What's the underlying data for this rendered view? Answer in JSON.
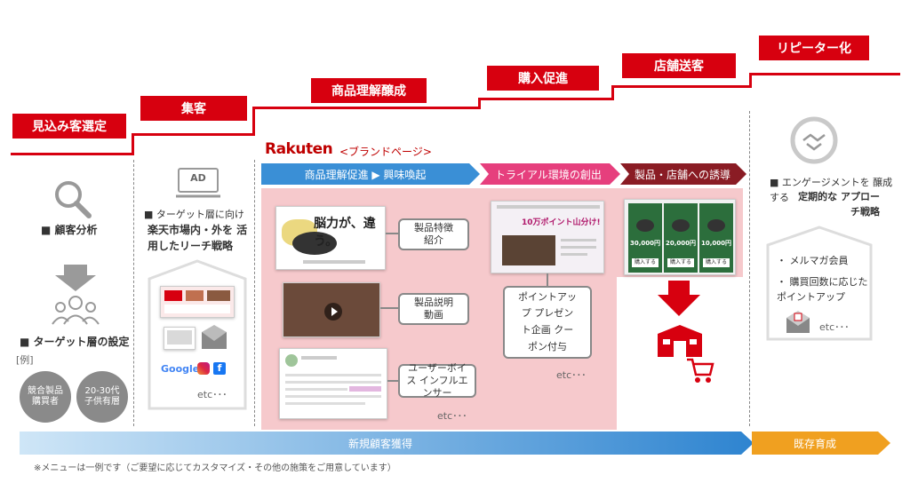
{
  "stages": [
    "見込み客選定",
    "集客",
    "商品理解醸成",
    "購入促進",
    "店舗送客",
    "リピーター化"
  ],
  "brand": {
    "logo": "Rakuten",
    "subtitle": "<ブランドページ>"
  },
  "phases": [
    "商品理解促進 ▶ 興味喚起",
    "トライアル環境の創出",
    "製品・店舗への誘導"
  ],
  "col1": {
    "analysis_label": "■ 顧客分析",
    "target_label": "■ ターゲット層の設定",
    "example_label": "[例]",
    "examples": [
      "競合製品 購買者",
      "20-30代 子供有層"
    ]
  },
  "col2": {
    "ad_label": "AD",
    "bullet": "■ ターゲット層に向け",
    "strategy": "楽天市場内・外を 活用したリーチ戦略",
    "google": "Google",
    "etc": "etc･･･"
  },
  "col3": {
    "banner_text": "脳力が、違う。",
    "callouts": [
      "製品特徴 紹介",
      "製品説明 動画",
      "ユーザーボイス インフルエンサー"
    ],
    "etc": "etc･･･"
  },
  "col4": {
    "campaign_text": "10万ポイント山分け!",
    "callout": "ポイントアップ プレゼント企画 クーポン付与",
    "etc": "etc･･･"
  },
  "col5": {
    "prices": [
      "30,000円",
      "20,000円",
      "10,000円"
    ],
    "button": "購入する"
  },
  "col6": {
    "bullet_text": "■ エンゲージメントを 醸成する",
    "bold_text": "定期的な アプローチ戦略",
    "items": [
      "・ メルマガ会員",
      "・ 購買回数に応じた ポイントアップ"
    ],
    "etc": "etc･･･"
  },
  "bottom": {
    "new_customer": "新規顧客獲得",
    "existing": "既存育成",
    "footnote": "※メニューは一例です（ご要望に応じてカスタマイズ・その他の施策をご用意しています）"
  },
  "colors": {
    "red": "#d7000f",
    "blue": "#3a8fd6",
    "orange": "#f0a020",
    "pink": "#f6c9cc"
  }
}
